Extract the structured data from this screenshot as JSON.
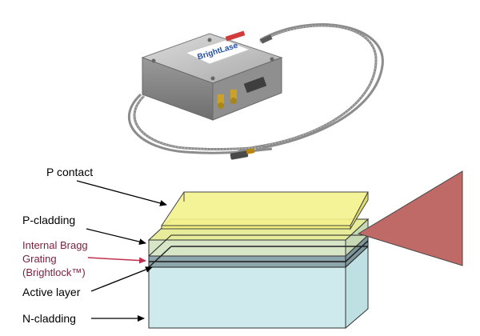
{
  "product": {
    "brand_label": "BrightLase",
    "icon": "laser-module-photo"
  },
  "diagram": {
    "labels": {
      "p_contact": "P contact",
      "p_cladding": "P-cladding",
      "grating_line1": "Internal Bragg",
      "grating_line2": "Grating",
      "grating_line3": "(Brightlock™)",
      "active_layer": "Active layer",
      "n_cladding": "N-cladding"
    },
    "colors": {
      "grating_label": "#7a1f3d",
      "p_contact_fill": "#f2f08a",
      "p_cladding_fill": "#cfe3c8",
      "grating_fill": "#6f8f96",
      "n_cladding_fill": "#cfeaec",
      "beam_fill": "#c06a68",
      "arrow": "#000000",
      "grating_arrow": "#c0304e"
    }
  }
}
